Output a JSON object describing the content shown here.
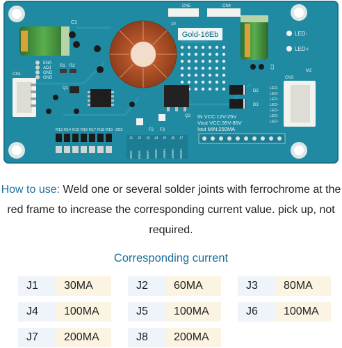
{
  "board": {
    "model_label": "Gold-16Eb",
    "spec_lines": [
      "IN VCC:12V-25V",
      "Vout VCC:35V-85V",
      "Iout MIN:250MA"
    ],
    "connector_labels": {
      "cn1": "CN1",
      "cn3": "CN3",
      "cn4": "CN4",
      "cn5": "CN5",
      "m2": "M2"
    },
    "led_labels": [
      "LED-",
      "LED+"
    ],
    "led_pins": [
      "LED-",
      "LED-",
      "LED-",
      "LED-",
      "LED-",
      "LED-",
      "LED-"
    ],
    "left_pins": [
      "ENA",
      "ADJ",
      "GND",
      "GND"
    ],
    "component_labels": {
      "c1": "C1",
      "c2": "C2",
      "q1": "Q1",
      "q2": "Q2",
      "d2": "D2",
      "d3": "D3",
      "f2": "F2",
      "f3": "F3",
      "r1": "R1",
      "r2": "R2",
      "zd2": "ZD2",
      "ten": "10"
    },
    "resistor_row": [
      "R13",
      "R14",
      "R15",
      "R16",
      "R17",
      "R18",
      "R19"
    ],
    "jumpers": [
      "J1",
      "J2",
      "J3",
      "J4",
      "J5",
      "J6",
      "J7"
    ],
    "jumper_ma": [
      "30MA",
      "60MA",
      "80MA",
      "100MA",
      "100MA",
      "100MA",
      "200MA"
    ],
    "colors": {
      "pcb": "#1f8aa2",
      "pcb_edge": "#16758b",
      "silk": "#e8f4f6",
      "copper": "#c26a3c",
      "capacitor_green": "#3f8f3f",
      "connector": "#f2f2ee"
    }
  },
  "howto": {
    "lead": "How to use:",
    "text": " Weld one or several solder joints with ferrochrome at the red frame to increase the corresponding current value. pick up, not required."
  },
  "corresponding_title": "Corresponding current",
  "current_table": [
    {
      "label": "J1",
      "value": "30MA"
    },
    {
      "label": "J2",
      "value": "60MA"
    },
    {
      "label": "J3",
      "value": "80MA"
    },
    {
      "label": "J4",
      "value": "100MA"
    },
    {
      "label": "J5",
      "value": "100MA"
    },
    {
      "label": "J6",
      "value": "100MA"
    },
    {
      "label": "J7",
      "value": "200MA"
    },
    {
      "label": "J8",
      "value": "200MA"
    }
  ]
}
